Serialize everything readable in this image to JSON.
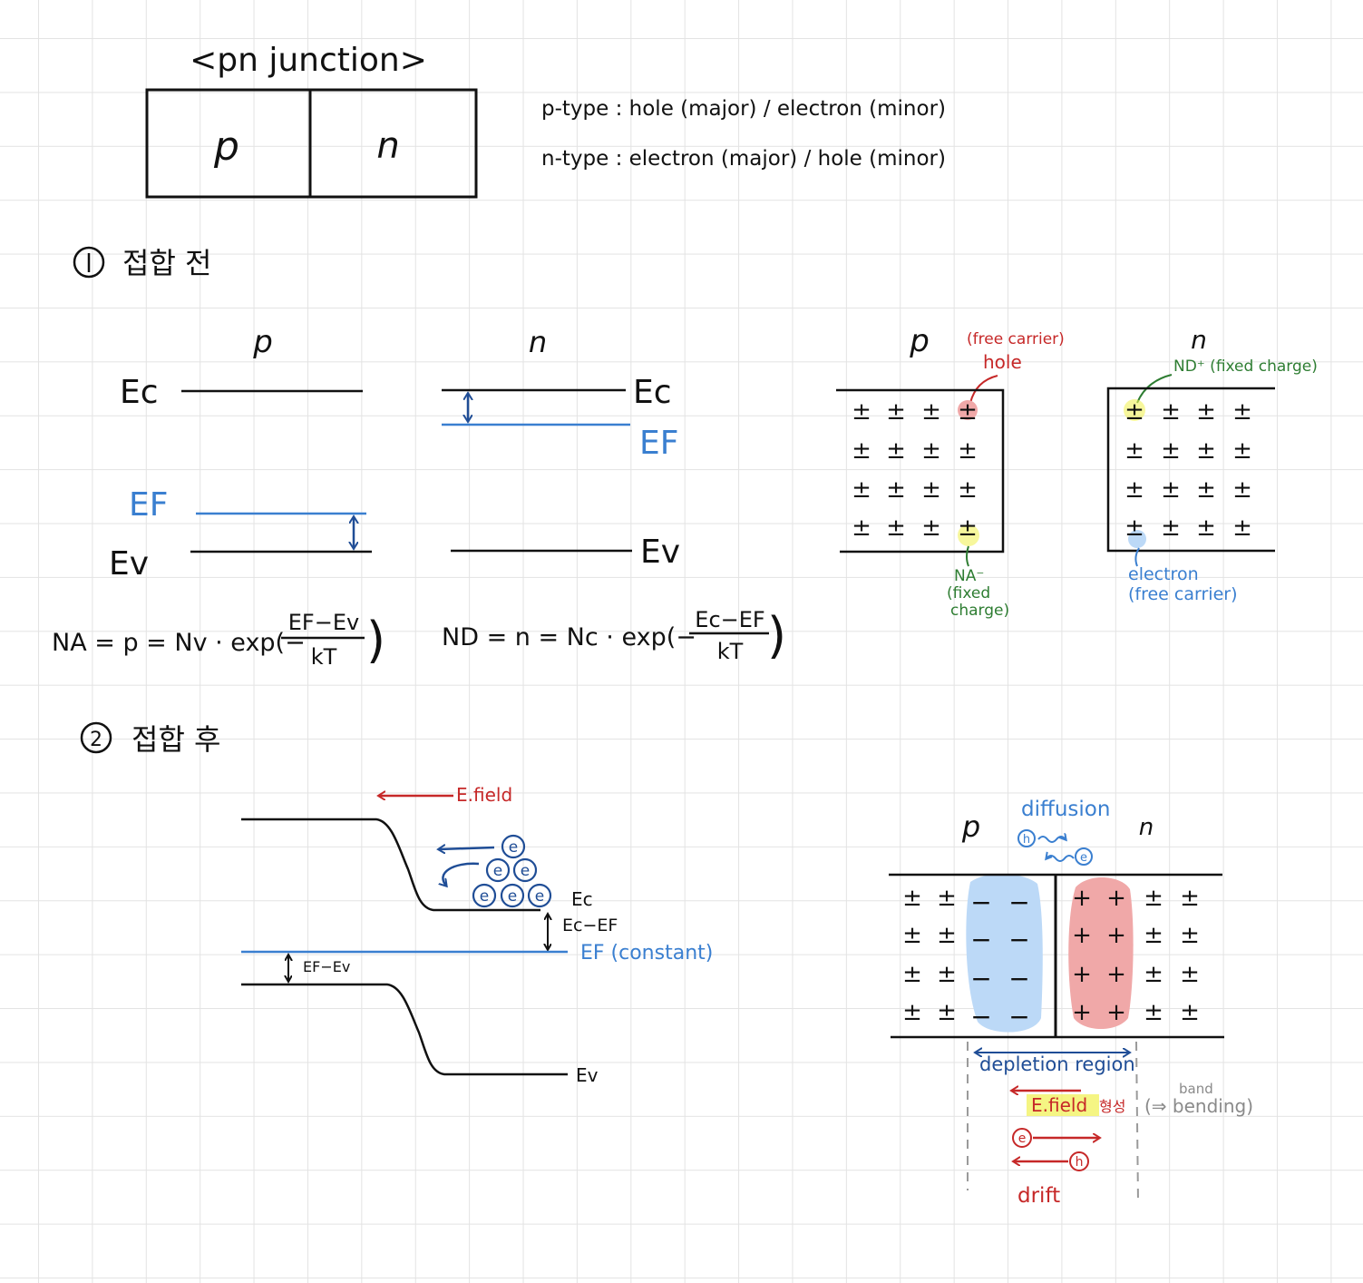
{
  "title": "<pn junction>",
  "block": {
    "p": "p",
    "n": "n"
  },
  "types": {
    "p_type": "p-type : hole (major) / electron (minor)",
    "n_type": "n-type : electron (major) / hole (minor)"
  },
  "section1": {
    "marker": "①",
    "heading": "접합 전",
    "p_label": "p",
    "n_label": "n",
    "ec": "Ec",
    "ef": "EF",
    "ev": "Ev",
    "formula_p": {
      "lhs": "NA = p = Nv · exp(−",
      "num": "EF−Ev",
      "den": "kT",
      "close": ")"
    },
    "formula_n": {
      "lhs": "ND = n = Nc · exp(−",
      "num": "Ec−EF",
      "den": "kT",
      "close": ")"
    },
    "lattice": {
      "p_label": "p",
      "n_label": "n",
      "free_carrier_p": "(free carrier)",
      "hole": "hole",
      "na_minus": "NA⁻",
      "fixed_charge_p_1": "(fixed",
      "fixed_charge_p_2": "charge)",
      "nd_plus": "ND⁺ (fixed charge)",
      "electron": "electron",
      "free_carrier_n": "(free carrier)",
      "symbol": "±"
    }
  },
  "section2": {
    "marker": "②",
    "heading": "접합 후",
    "efield": "E.field",
    "ec": "Ec",
    "ec_minus_ef": "Ec−EF",
    "ef_constant": "EF (constant)",
    "ef_minus_ev": "EF−Ev",
    "ev": "Ev",
    "electron_symbol": "e",
    "p_label": "p",
    "n_label": "n",
    "diffusion": "diffusion",
    "hole_symbol": "h",
    "depletion_region": "depletion region",
    "efield2": "E.field",
    "formation": "형성",
    "band_small": "band",
    "band_bending": "(⇒ bending)",
    "drift": "drift",
    "plus": "+",
    "minus": "−"
  },
  "colors": {
    "ink": "#111111",
    "blue": "#3a7fd0",
    "navy": "#1f4d96",
    "red": "#c62828",
    "green": "#2e7d32",
    "highlight_yellow": "#f2f25a",
    "depletion_p_fill": "#bcd9f7",
    "depletion_n_fill": "#f0a8a8"
  },
  "icons": [
    "left-arrow-icon",
    "double-arrow-icon",
    "electron-circle-icon",
    "hole-circle-icon",
    "wave-arrow-icon"
  ]
}
